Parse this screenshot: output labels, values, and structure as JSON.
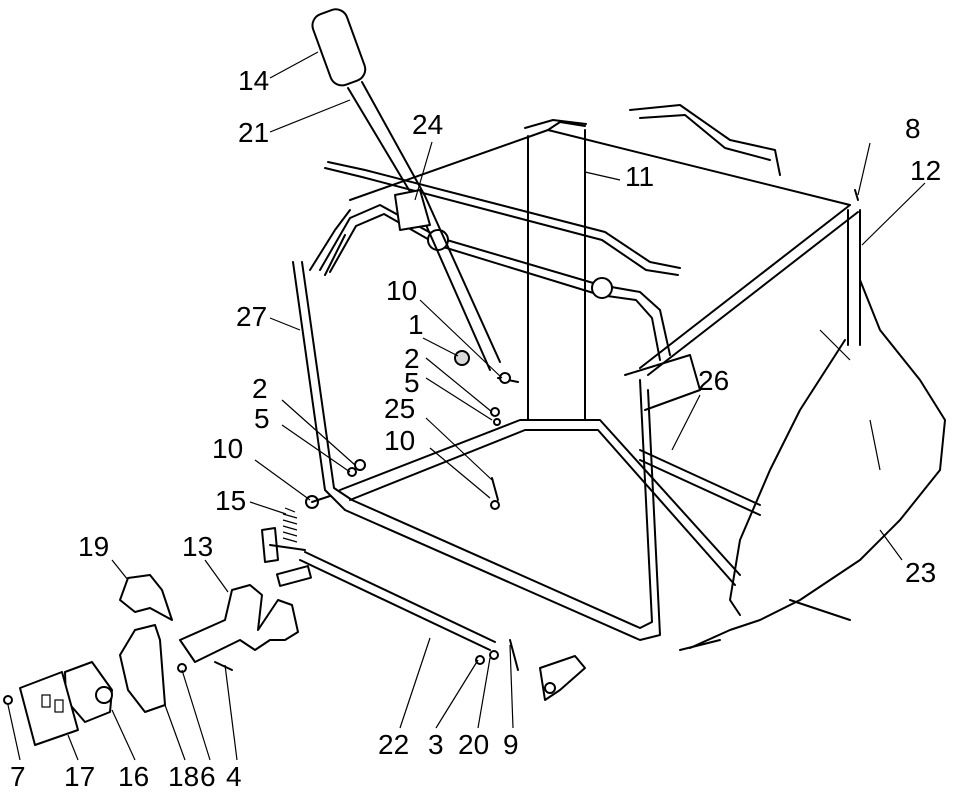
{
  "labels": {
    "l14": "14",
    "l21": "21",
    "l24": "24",
    "l11": "11",
    "l8": "8",
    "l12": "12",
    "l10a": "10",
    "l1": "1",
    "l27": "27",
    "l2a": "2",
    "l5a": "5",
    "l26": "26",
    "l2b": "2",
    "l5b": "5",
    "l25": "25",
    "l10b": "10",
    "l10c": "10",
    "l15": "15",
    "l19": "19",
    "l13": "13",
    "l23": "23",
    "l22": "22",
    "l3": "3",
    "l20": "20",
    "l9": "9",
    "l7": "7",
    "l17": "17",
    "l16": "16",
    "l18": "18",
    "l6": "6",
    "l4": "4"
  }
}
